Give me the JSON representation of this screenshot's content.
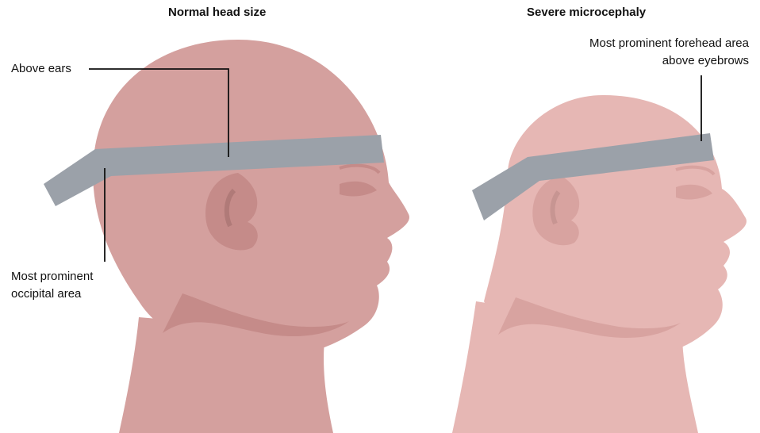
{
  "panels": {
    "left": {
      "title": "Normal head size",
      "labels": {
        "above_ears": "Above ears",
        "occipital_line1": "Most prominent",
        "occipital_line2": "occipital area"
      }
    },
    "right": {
      "title": "Severe microcephaly",
      "labels": {
        "forehead_line1": "Most prominent forehead area",
        "forehead_line2": "above eyebrows"
      }
    }
  },
  "colors": {
    "skin_normal": "#d4a09e",
    "skin_micro": "#e6b7b4",
    "skin_shadow": "#c58b89",
    "tape": "#9ba1a9",
    "leader_line": "#111111"
  }
}
